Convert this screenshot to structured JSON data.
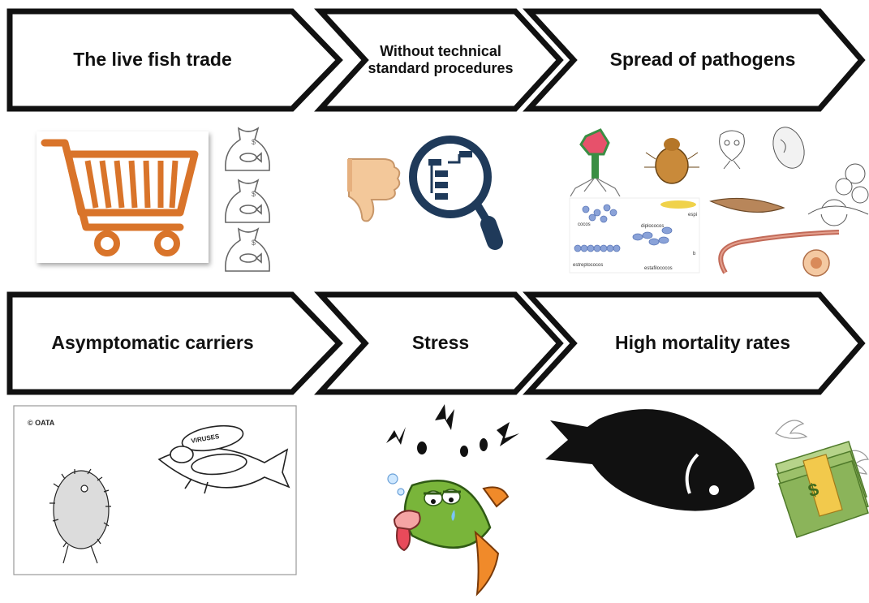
{
  "steps": [
    {
      "label": "The live fish trade"
    },
    {
      "label": "Without technical standard procedures"
    },
    {
      "label": "Spread of pathogens"
    },
    {
      "label": "Asymptomatic carriers"
    },
    {
      "label": "Stress"
    },
    {
      "label": "High mortality rates"
    }
  ],
  "illustrations": {
    "cartoon_credit": "© OATA",
    "cartoon_bag_text": "VIRUSES",
    "bacteria_labels": [
      "cocos",
      "diplococos",
      "estreptococos",
      "estafilococos",
      "espi",
      "b"
    ]
  },
  "colors": {
    "chevron_stroke": "#111111",
    "cart": "#d9742a",
    "magnifier": "#1f3a5a",
    "fish_green": "#79b53a",
    "money_green": "#9cc06a"
  },
  "icons": [
    "shopping-cart-icon",
    "fish-bag-icon",
    "thumbs-down-icon",
    "magnifier-icon",
    "fish-silhouette-icon",
    "flying-money-icon"
  ]
}
